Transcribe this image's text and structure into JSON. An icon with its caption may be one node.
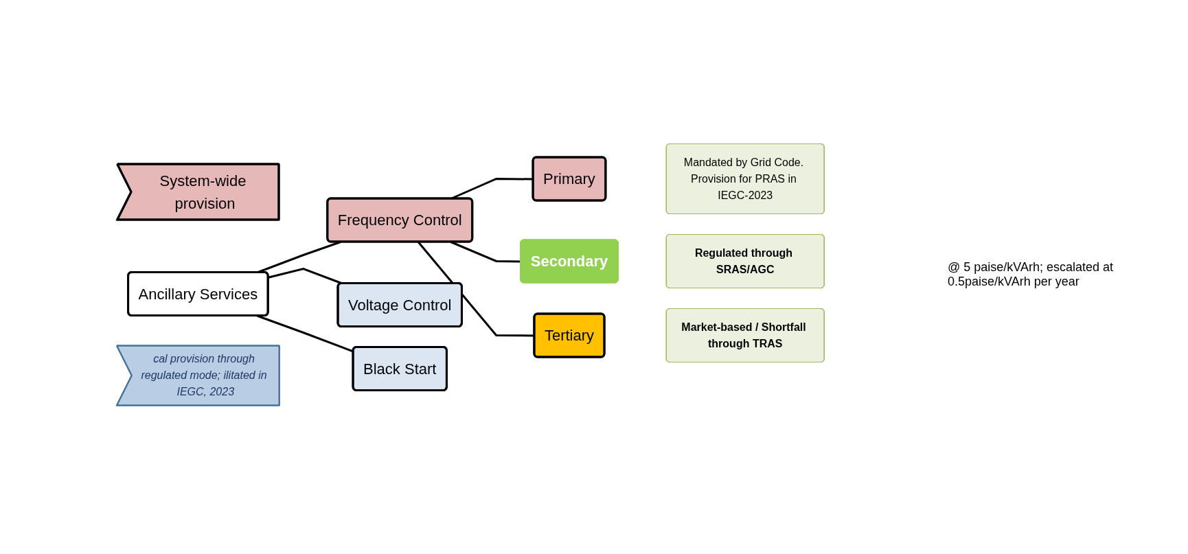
{
  "diagram": {
    "nodes": [
      {
        "text": [
          "System-wide provision"
        ]
      },
      {
        "text": [
          "Ancillary Services"
        ]
      },
      {
        "text": [
          "Frequency Control"
        ]
      },
      {
        "text": [
          "Primary"
        ]
      },
      {
        "text": [
          "Mandated by Grid Code. Provision for PRAS in IEGC-2023"
        ]
      },
      {
        "text": [
          "Secondary"
        ]
      },
      {
        "text": [
          "Regulated through SRAS/AGC"
        ]
      },
      {
        "text": [
          "Tertiary"
        ]
      },
      {
        "text": [
          "Market-based / Shortfall through TRAS"
        ]
      },
      {
        "text": [
          "Voltage Control"
        ]
      },
      {
        "text": [
          "cal provision through regulated mode; ilitated in IEGC, 2023"
        ]
      },
      {
        "text": [
          "Black Start"
        ]
      }
    ],
    "edges": [
      {
        "from": 1,
        "to": 2,
        "arrow": "none"
      },
      {
        "from": 1,
        "to": 9,
        "arrow": "none"
      },
      {
        "from": 1,
        "to": 11,
        "arrow": "none"
      },
      {
        "from": 2,
        "to": 3,
        "arrow": "none"
      },
      {
        "from": 2,
        "to": 5,
        "arrow": "none"
      },
      {
        "from": 2,
        "to": 7,
        "arrow": "none"
      }
    ],
    "labels": [
      "@ 5 paise/kVArh; escalated at 0.5paise/kVArh per year"
    ]
  }
}
